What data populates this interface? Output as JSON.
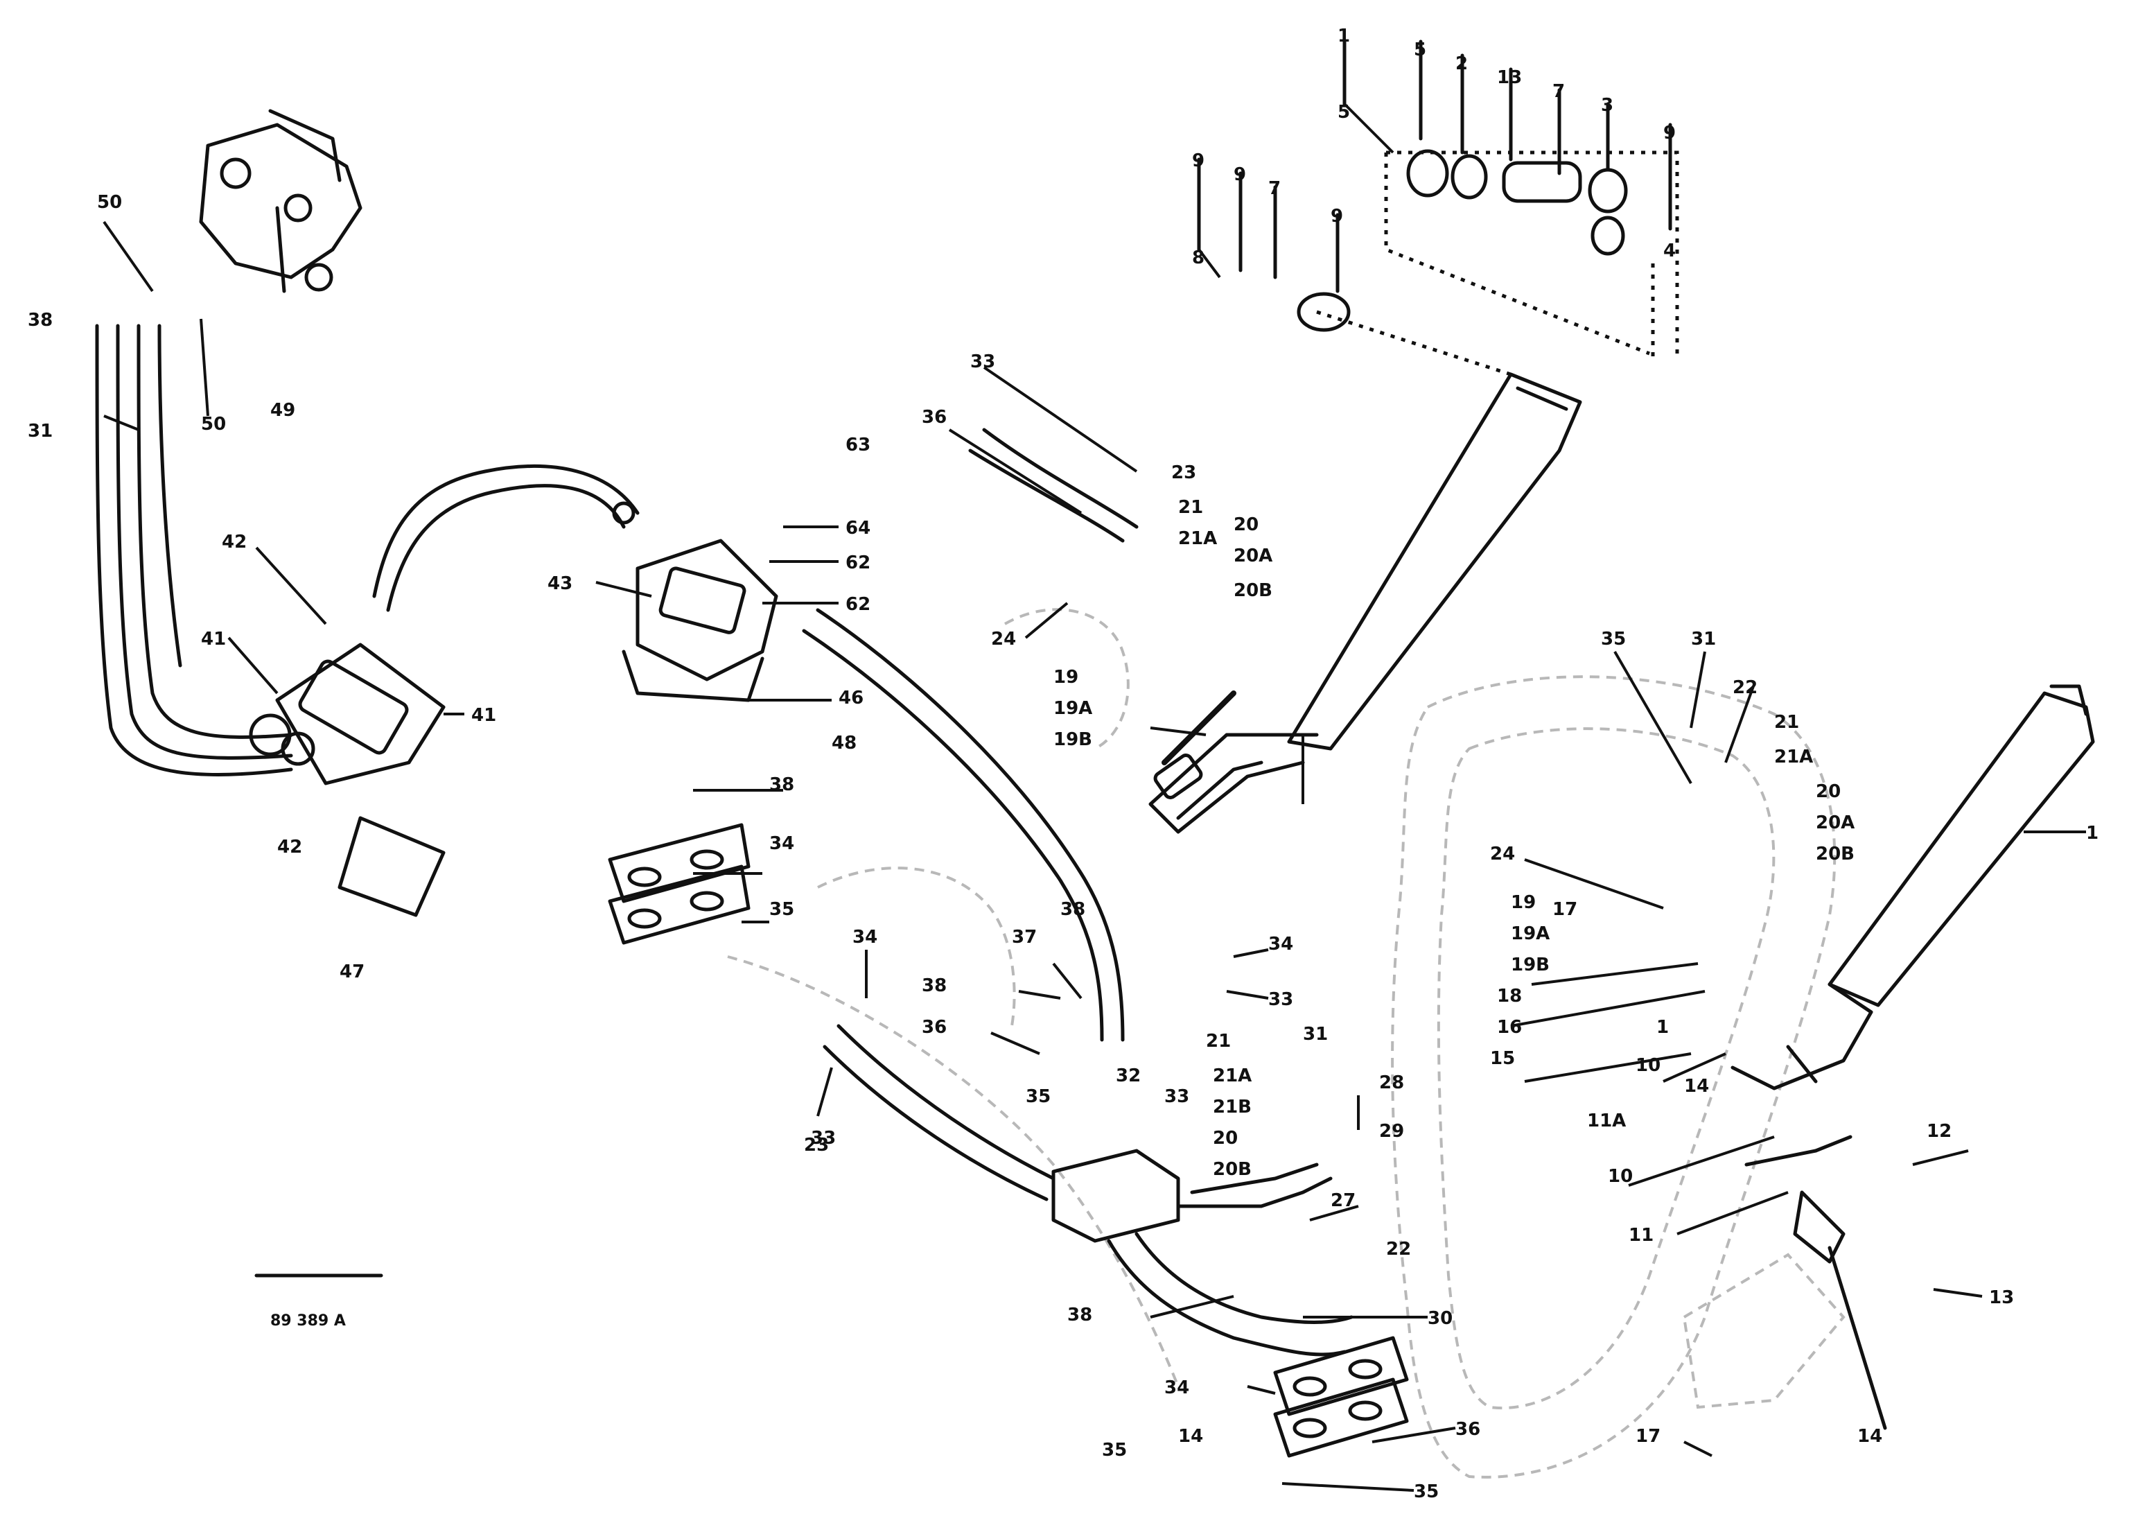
{
  "figure": {
    "reference_code": "89 389 A",
    "small_label_1": "",
    "small_label_2": ""
  },
  "callouts": [
    "1",
    "5",
    "2",
    "13",
    "7",
    "3",
    "9",
    "5",
    "4",
    "9",
    "9",
    "7",
    "9",
    "8",
    "50",
    "38",
    "50",
    "49",
    "31",
    "63",
    "64",
    "43",
    "62",
    "62",
    "46",
    "48",
    "42",
    "41",
    "41",
    "42",
    "47",
    "33",
    "36",
    "23",
    "21",
    "21A",
    "20",
    "20A",
    "20B",
    "24",
    "19",
    "19A",
    "19B",
    "38",
    "34",
    "35",
    "35",
    "31",
    "22",
    "21",
    "21A",
    "20",
    "20A",
    "20B",
    "24",
    "19",
    "19A",
    "19B",
    "18",
    "16",
    "15",
    "10",
    "11A",
    "10",
    "11",
    "12",
    "13",
    "14",
    "17",
    "1",
    "34",
    "37",
    "38",
    "36",
    "38",
    "35",
    "34",
    "33",
    "23",
    "21",
    "21A",
    "21B",
    "20",
    "20B",
    "31",
    "28",
    "29",
    "27",
    "32",
    "33",
    "22",
    "30",
    "38",
    "34",
    "36",
    "35",
    "35",
    "14",
    "17",
    "1",
    "14",
    "33"
  ]
}
